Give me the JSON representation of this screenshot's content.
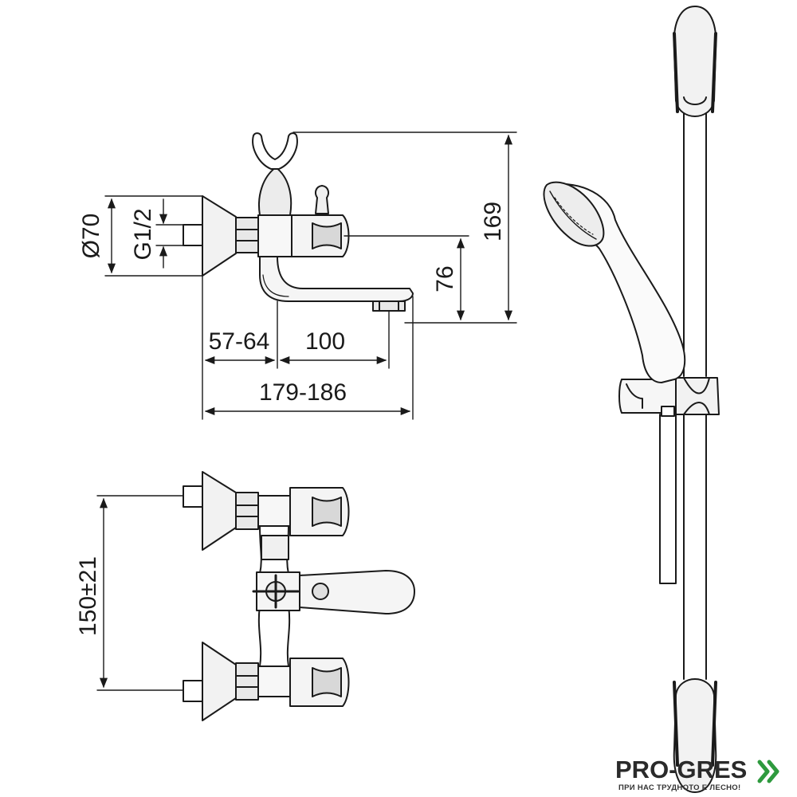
{
  "dimensions": {
    "diameter": "Ø70",
    "thread": "G1/2",
    "height_total": "169",
    "height_spout": "76",
    "wall_offset": "57-64",
    "spout_reach": "100",
    "overall_depth": "179-186",
    "inlet_spacing": "150±21"
  },
  "brand": {
    "name": "PRO-GRES",
    "tagline": "ПРИ НАС ТРУДНОТО Е ЛЕСНО!",
    "accent_color": "#2e9a3e"
  },
  "icons": {
    "logo_mark": "double-chevron-right-icon"
  }
}
